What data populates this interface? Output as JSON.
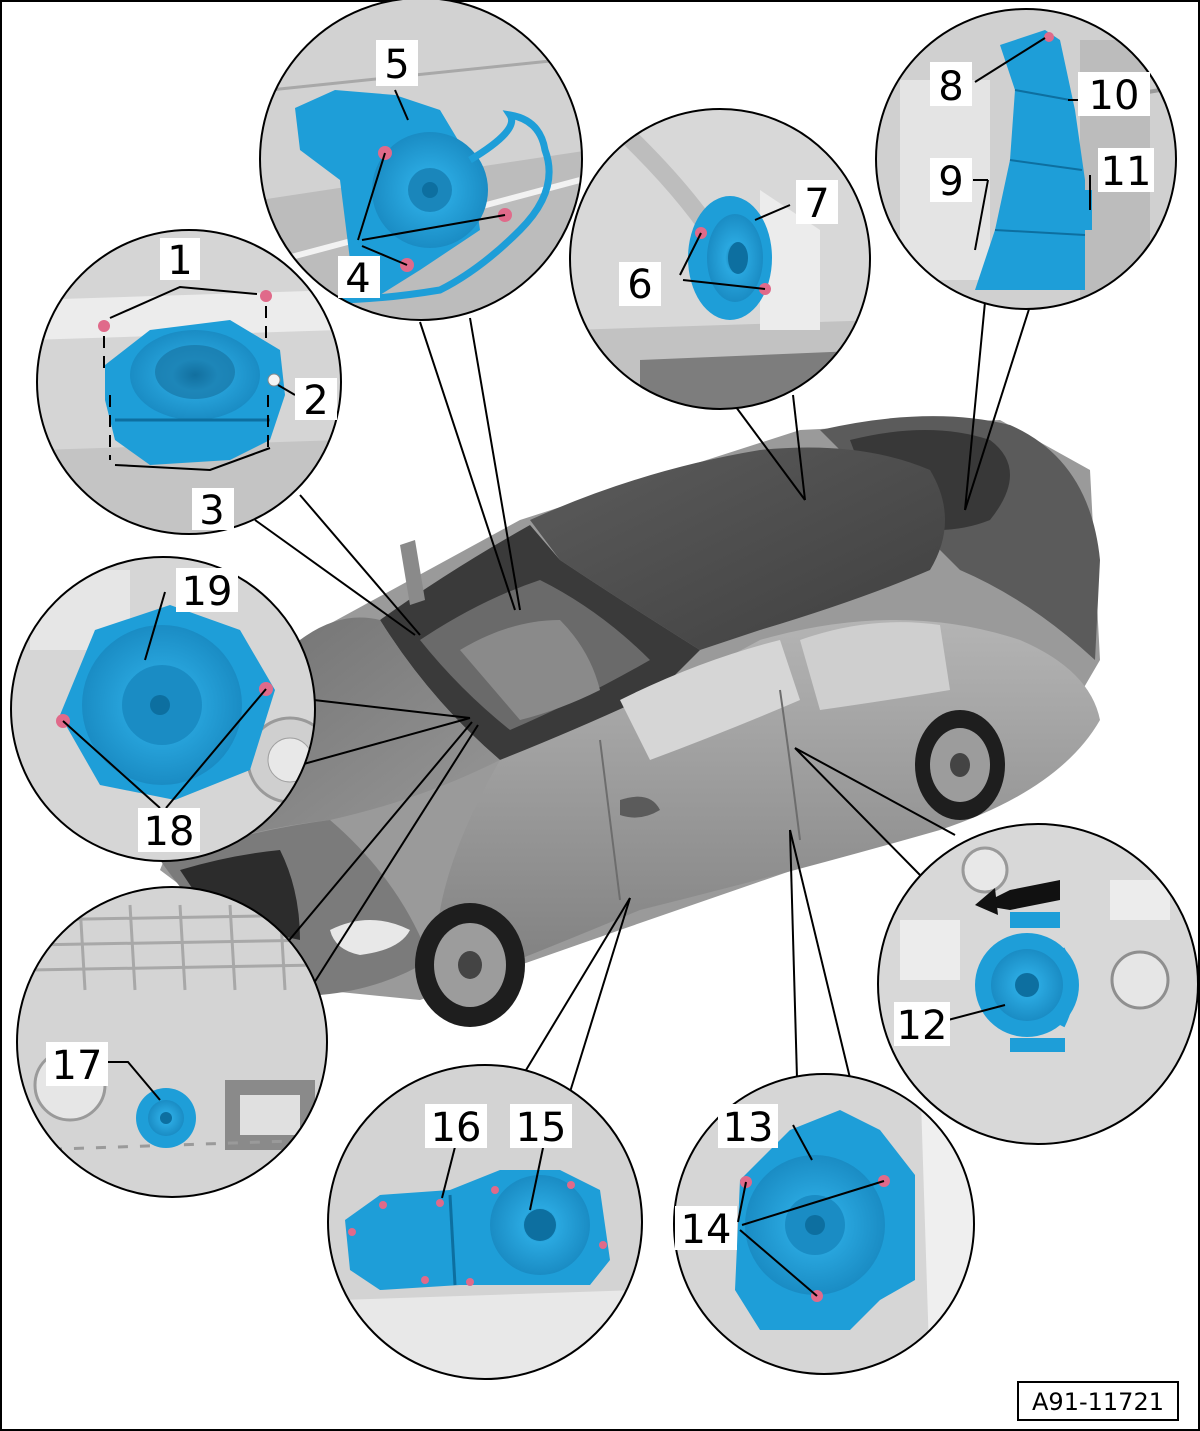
{
  "figure_id": "A91-11721",
  "callouts": {
    "c1": "1",
    "c2": "2",
    "c3": "3",
    "c4": "4",
    "c5": "5",
    "c6": "6",
    "c7": "7",
    "c8": "8",
    "c9": "9",
    "c10": "10",
    "c11": "11",
    "c12": "12",
    "c13": "13",
    "c14": "14",
    "c15": "15",
    "c16": "16",
    "c17": "17",
    "c18": "18",
    "c19": "19"
  },
  "colors": {
    "part_blue": "#1e9ed8",
    "part_blue_dark": "#0d6fa0",
    "screw_pink": "#e06a8a",
    "car_grey": "#8d8d8d",
    "car_dark": "#5a5a5a",
    "bg_grey": "#d9d9d9"
  }
}
